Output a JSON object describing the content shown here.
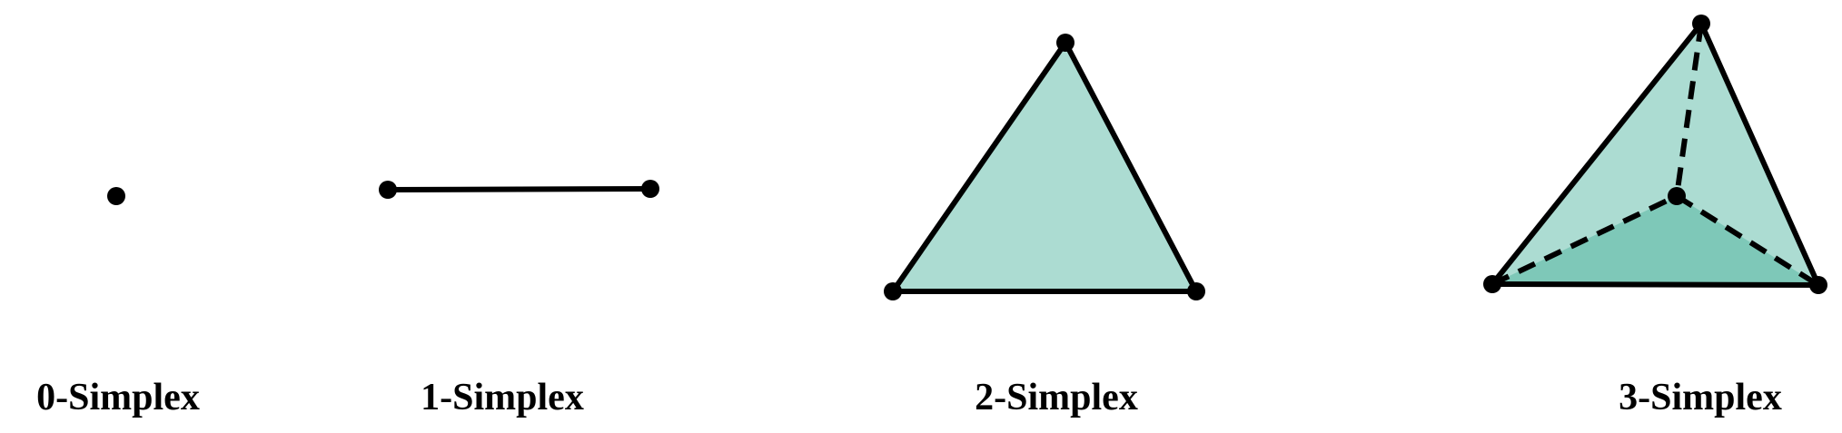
{
  "colors": {
    "face_light": "#acdcd2",
    "face_dark": "#7ec8b8",
    "stroke": "#000000",
    "background": "#ffffff"
  },
  "simplices": [
    {
      "dimension": 0,
      "label": "0-Simplex"
    },
    {
      "dimension": 1,
      "label": "1-Simplex"
    },
    {
      "dimension": 2,
      "label": "2-Simplex"
    },
    {
      "dimension": 3,
      "label": "3-Simplex"
    }
  ]
}
